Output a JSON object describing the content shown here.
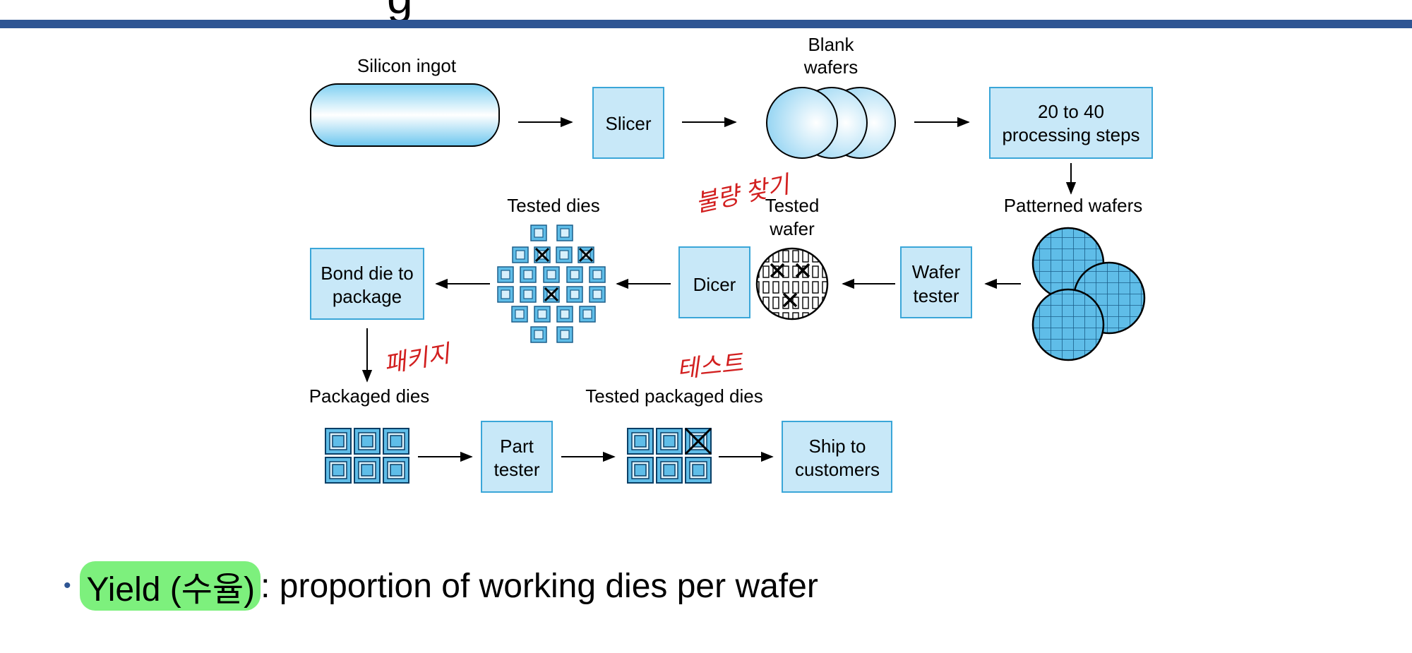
{
  "slide": {
    "title_fragment": "g"
  },
  "diagram": {
    "labels": {
      "silicon_ingot": "Silicon ingot",
      "slicer": "Slicer",
      "blank_wafers_1": "Blank",
      "blank_wafers_2": "wafers",
      "processing_1": "20 to 40",
      "processing_2": "processing steps",
      "patterned_wafers": "Patterned wafers",
      "wafer_tester_1": "Wafer",
      "wafer_tester_2": "tester",
      "tested_wafer_1": "Tested",
      "tested_wafer_2": "wafer",
      "dicer": "Dicer",
      "tested_dies": "Tested dies",
      "bond_1": "Bond die to",
      "bond_2": "package",
      "packaged_dies": "Packaged dies",
      "part_tester_1": "Part",
      "part_tester_2": "tester",
      "tested_packaged_dies": "Tested packaged dies",
      "ship_1": "Ship to",
      "ship_2": "customers"
    },
    "handwritten_notes": {
      "defect_find": "불량 찾기",
      "package": "패키지",
      "test": "테스트"
    },
    "colors": {
      "box_fill": "#c8e8f8",
      "box_stroke": "#3aa6d8",
      "die_fill": "#5fbde8",
      "note_red": "#d21f1f",
      "rule_blue": "#2e5593"
    }
  },
  "bullet": {
    "term": "Yield (수율)",
    "definition": ": proportion of working dies per wafer",
    "highlight_color": "#7df07d"
  }
}
